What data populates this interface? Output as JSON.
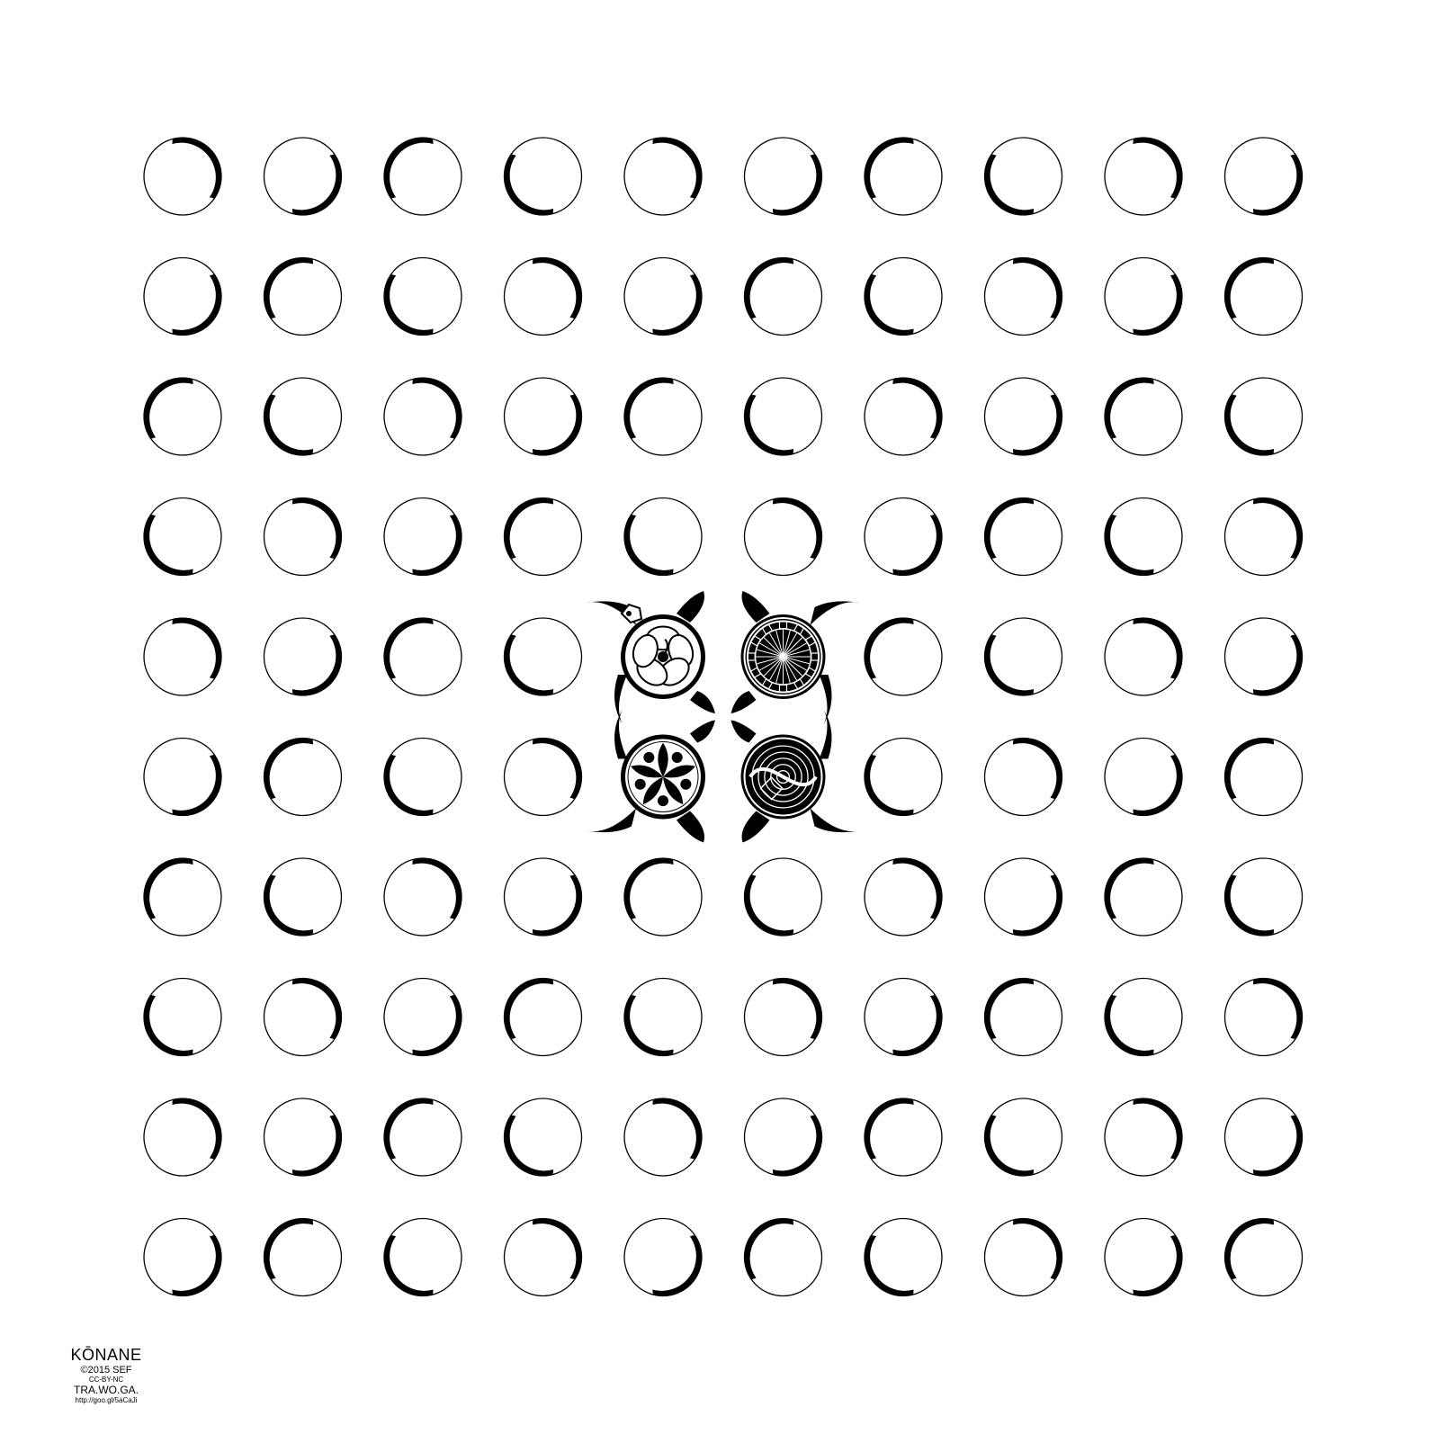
{
  "game": {
    "name": "KŌNANE",
    "board_rows": 10,
    "board_cols": 10,
    "ink_color": "#000000",
    "background_color": "#ffffff",
    "center_pieces": [
      {
        "row": 4,
        "col": 4,
        "motif": "hibiscus-turtle-icon"
      },
      {
        "row": 4,
        "col": 5,
        "motif": "geometric-turtle-icon"
      },
      {
        "row": 5,
        "col": 4,
        "motif": "star-flower-turtle-icon"
      },
      {
        "row": 5,
        "col": 5,
        "motif": "wave-turtle-icon"
      }
    ]
  },
  "credits": {
    "title": "KŌNANE",
    "copyright": "©2015 SEF",
    "license": "CC-BY-NC",
    "org": "TRA.WO.GA.",
    "url": "http://goo.gl/5aCaJi"
  }
}
